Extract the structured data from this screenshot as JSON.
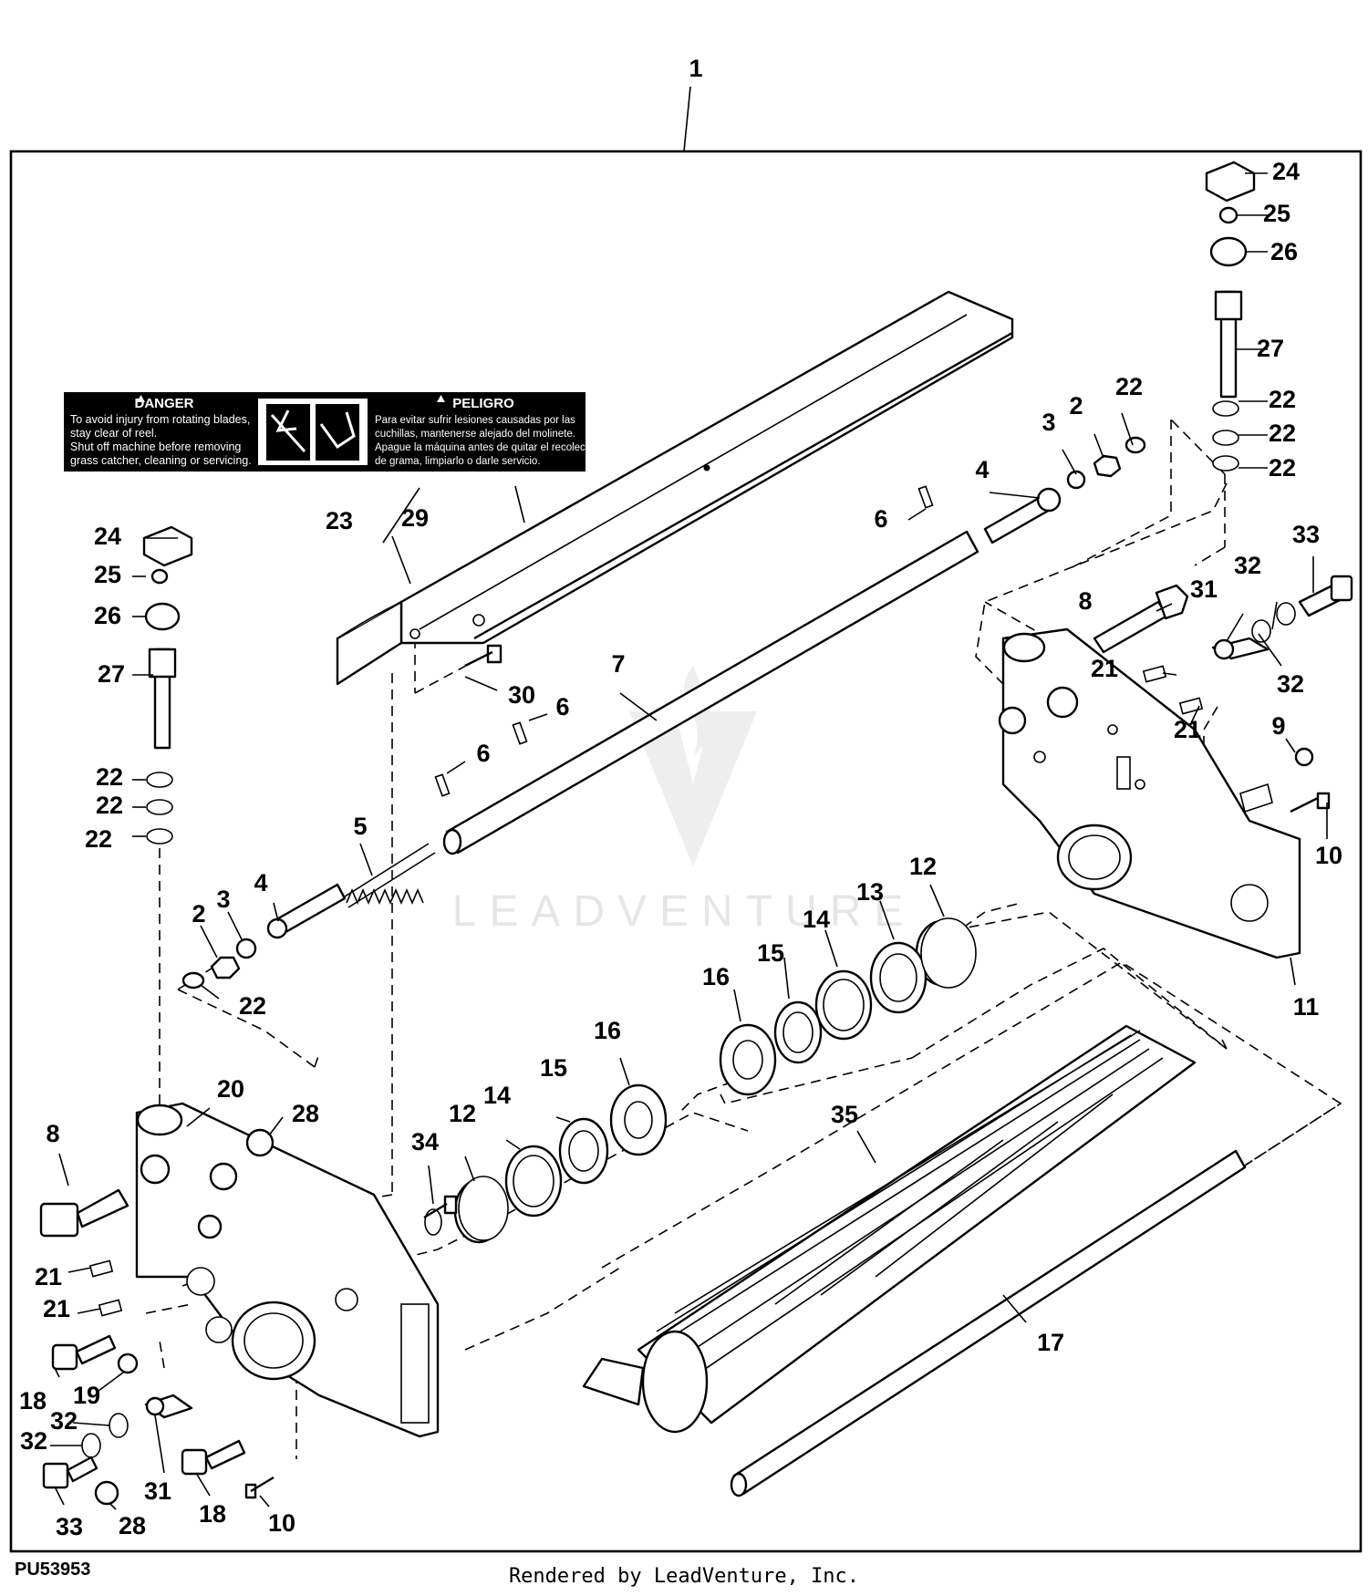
{
  "figure_id": "PU53953",
  "credit": "Rendered by LeadVenture, Inc.",
  "watermark": "LEADVENTURE",
  "decal": {
    "danger_title": "DANGER",
    "danger_lines": [
      "To avoid injury from rotating blades,",
      "stay clear of reel.",
      "Shut off machine before removing",
      "grass catcher, cleaning or servicing."
    ],
    "peligro_title": "PELIGRO",
    "peligro_lines": [
      "Para evitar sufrir lesiones causadas por las",
      "cuchillas, mantenerse alejado del molinete.",
      "Apague la máquina antes de quitar el recolector",
      "de grama, limpiarlo o darle servicio."
    ]
  },
  "callouts": [
    "1",
    "24",
    "25",
    "26",
    "27",
    "22",
    "22",
    "22",
    "22",
    "3",
    "2",
    "4",
    "6",
    "23",
    "29",
    "24",
    "25",
    "26",
    "27",
    "30",
    "6",
    "7",
    "6",
    "8",
    "31",
    "32",
    "33",
    "32",
    "21",
    "21",
    "9",
    "10",
    "22",
    "22",
    "22",
    "5",
    "4",
    "3",
    "2",
    "22",
    "12",
    "13",
    "14",
    "15",
    "16",
    "11",
    "20",
    "28",
    "8",
    "34",
    "12",
    "14",
    "15",
    "16",
    "35",
    "21",
    "21",
    "18",
    "19",
    "32",
    "32",
    "31",
    "18",
    "33",
    "28",
    "10",
    "17"
  ],
  "colors": {
    "ink": "#000000",
    "paper": "#ffffff",
    "watermark": "#e6e6e6"
  }
}
